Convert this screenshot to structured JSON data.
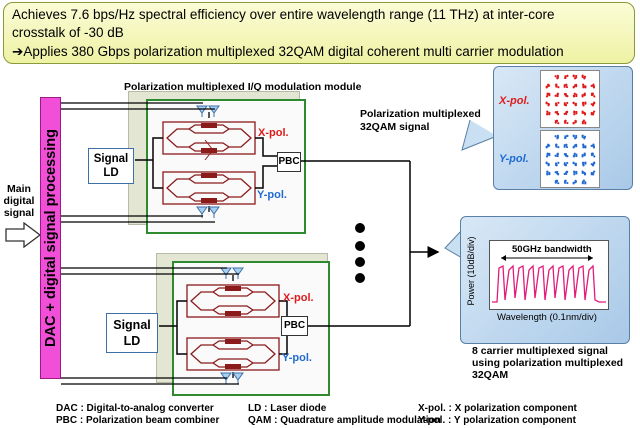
{
  "banner": {
    "line1": "Achieves 7.6 bps/Hz spectral efficiency over entire wavelength range (11 THz) at inter-core",
    "line2": "crosstalk of -30 dB",
    "line3": "Applies 380 Gbps polarization multiplexed 32QAM digital coherent multi carrier modulation"
  },
  "main_signal": "Main\ndigital\nsignal",
  "dsp_label": "DAC + digital signal processing",
  "module_title": "Polarization multiplexed I/Q modulation module",
  "signal_ld": "Signal\nLD",
  "pbc": "PBC",
  "xpol": "X-pol.",
  "ypol": "Y-pol.",
  "constellation_title": "Polarization multiplexed\n32QAM signal",
  "spectrum": {
    "bandwidth_label": "50GHz bandwidth",
    "ylabel": "Power (10dB/div)",
    "xlabel": "Wavelength (0.1nm/div)"
  },
  "carrier_caption": "8 carrier multiplexed signal\nusing polarization multiplexed\n32QAM",
  "legend": {
    "dac": "DAC : Digital-to-analog converter",
    "pbc": "PBC : Polarization beam combiner",
    "ld": "LD : Laser diode",
    "qam": "QAM : Quadrature amplitude modulation",
    "xpol": "X-pol. : X polarization component",
    "ypol": "Y-pol. : Y polarization component"
  },
  "colors": {
    "dsp": "#f24fd8",
    "module_border": "#2f8a2f",
    "xpol": "#e01b1b",
    "ypol": "#1f6bd1",
    "modulator": "#8b1a1a"
  }
}
